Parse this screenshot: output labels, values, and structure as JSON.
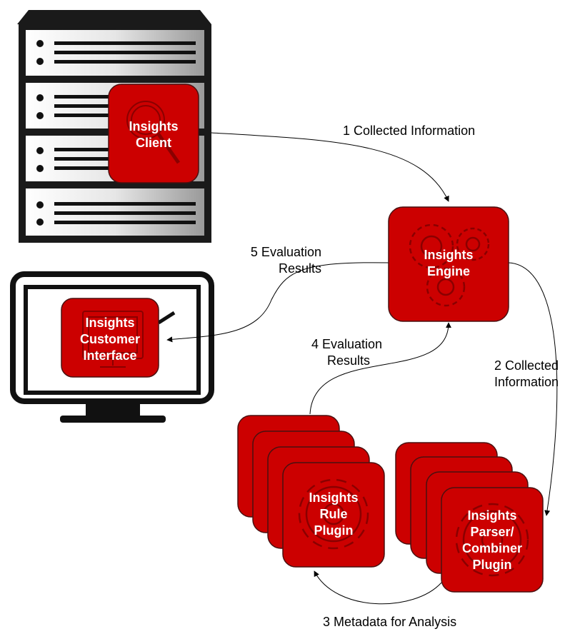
{
  "colors": {
    "node_fill": "#cc0000",
    "node_stroke": "#4a1010",
    "server_body": "#1a1a1a",
    "server_panel": "#dcdcdc",
    "monitor": "#111111"
  },
  "icons": {
    "client": "magnifier-icon",
    "engine": "gears-icon",
    "customer_interface": "monitor-icon",
    "rule_plugin": "gear-icon",
    "parser_plugin": "gear-icon",
    "server": "server-rack-icon",
    "monitor": "desktop-monitor-icon"
  },
  "nodes": {
    "client": {
      "lines": [
        "Insights",
        "Client"
      ]
    },
    "engine": {
      "lines": [
        "Insights",
        "Engine"
      ]
    },
    "customer_interface": {
      "lines": [
        "Insights",
        "Customer",
        "Interface"
      ]
    },
    "rule_plugin": {
      "lines": [
        "Insights",
        "Rule",
        "Plugin"
      ]
    },
    "parser_plugin": {
      "lines": [
        "Insights",
        "Parser/",
        "Combiner",
        "Plugin"
      ]
    }
  },
  "edges": {
    "e1": {
      "lines": [
        "1 Collected Information"
      ]
    },
    "e2": {
      "lines": [
        "2 Collected",
        "Information"
      ]
    },
    "e3": {
      "lines": [
        "3 Metadata for Analysis"
      ]
    },
    "e4": {
      "lines": [
        "4  Evaluation",
        "Results"
      ]
    },
    "e5": {
      "lines": [
        "5 Evaluation",
        "Results"
      ]
    }
  }
}
